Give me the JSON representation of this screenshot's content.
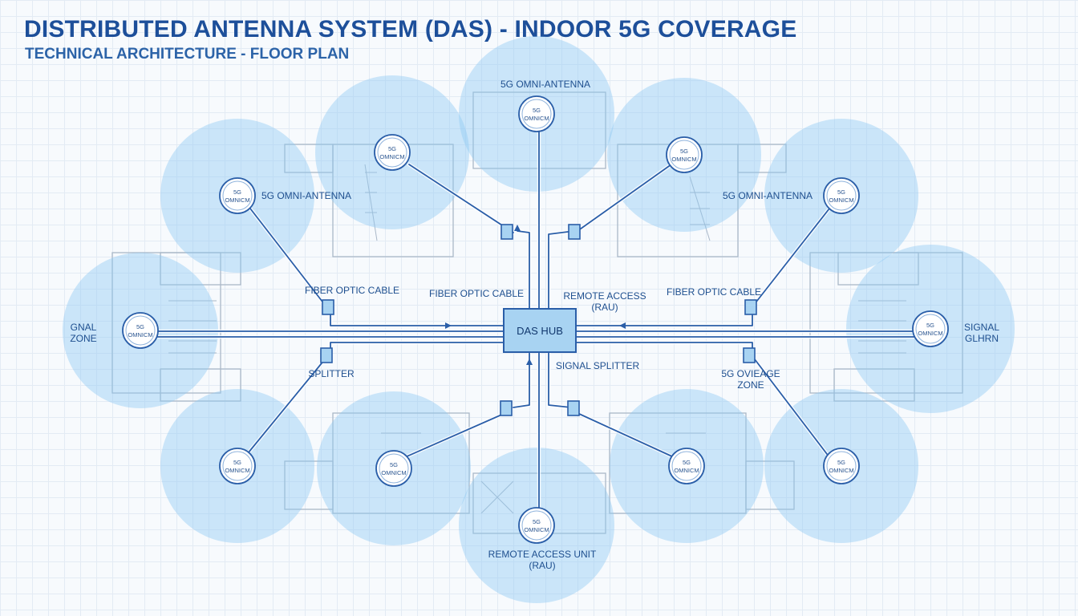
{
  "header": {
    "title": "DISTRIBUTED ANTENNA SYSTEM (DAS) - INDOOR 5G COVERAGE",
    "subtitle": "TECHNICAL ARCHITECTURE - FLOOR PLAN"
  },
  "colors": {
    "title": "#1d4f9a",
    "coverage_fill": "#8cc8f2",
    "cable": "#2a5ea8",
    "hub_fill": "#a8d3f2",
    "floorplan_line": "#aab8c8"
  },
  "hub": {
    "label": "DAS HUB"
  },
  "antennas": [
    {
      "id": "a1",
      "l1": "5G",
      "l2": "OMNICM"
    },
    {
      "id": "a2",
      "l1": "5G",
      "l2": "OMNICM"
    },
    {
      "id": "a3",
      "l1": "5G",
      "l2": "OMNICM"
    },
    {
      "id": "a4",
      "l1": "5G",
      "l2": "OMNICM"
    },
    {
      "id": "a5",
      "l1": "5G",
      "l2": "OMNICM"
    },
    {
      "id": "a6",
      "l1": "5G",
      "l2": "OMNICM"
    },
    {
      "id": "a7",
      "l1": "5G",
      "l2": "OMNICM"
    },
    {
      "id": "a8",
      "l1": "5G",
      "l2": "OMNICM"
    },
    {
      "id": "a9",
      "l1": "5G",
      "l2": "OMNICM"
    },
    {
      "id": "a10",
      "l1": "5G",
      "l2": "OMNICM"
    },
    {
      "id": "a11",
      "l1": "5G",
      "l2": "OMNICM"
    },
    {
      "id": "a12",
      "l1": "5G",
      "l2": "OMNICM"
    }
  ],
  "labels": [
    {
      "id": "top-antenna",
      "lines": [
        "5G OMNI-ANTENNA"
      ]
    },
    {
      "id": "left-antenna",
      "lines": [
        "5G OMNI-ANTENNA"
      ]
    },
    {
      "id": "right-antenna",
      "lines": [
        "5G OMNI-ANTENNA"
      ]
    },
    {
      "id": "fiber-left",
      "lines": [
        "FIBER OPTIC CABLE"
      ]
    },
    {
      "id": "fiber-center",
      "lines": [
        "FIBER OPTIC CABLE"
      ]
    },
    {
      "id": "fiber-right",
      "lines": [
        "FIBER OPTIC CABLE"
      ]
    },
    {
      "id": "rau-top",
      "lines": [
        "REMOTE ACCESS",
        "(RAU)"
      ]
    },
    {
      "id": "zone-left",
      "lines": [
        "GNAL",
        "ZONE"
      ]
    },
    {
      "id": "signal-right",
      "lines": [
        "SIGNAL",
        "GLHRN"
      ]
    },
    {
      "id": "splitter-left",
      "lines": [
        "SPLITTER"
      ]
    },
    {
      "id": "splitter-center",
      "lines": [
        "SIGNAL SPLITTER"
      ]
    },
    {
      "id": "coverage-zone",
      "lines": [
        "5G OVIEAGE",
        "ZONE"
      ]
    },
    {
      "id": "rau-bottom",
      "lines": [
        "REMOTE ACCESS UNIT",
        "(RAU)"
      ]
    }
  ]
}
